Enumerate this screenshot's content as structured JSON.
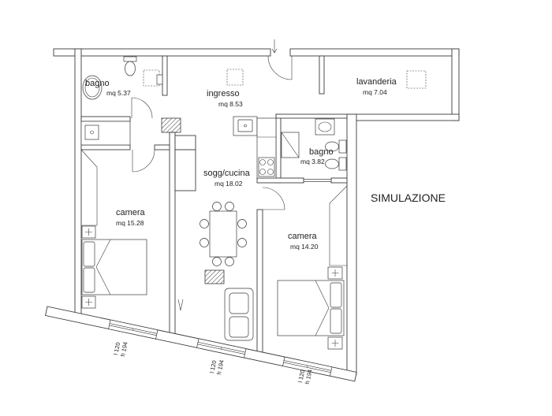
{
  "plan": {
    "rooms": {
      "bagno_1": {
        "name": "bagno",
        "area": "mq 5.37"
      },
      "ingresso": {
        "name": "ingresso",
        "area": "mq 8.53"
      },
      "lavanderia": {
        "name": "lavanderia",
        "area": "mq 7.04"
      },
      "bagno_2": {
        "name": "bagno",
        "area": "mq 3.82"
      },
      "soggiorno": {
        "name": "sogg/cucina",
        "area": "mq 18.02"
      },
      "camera_1": {
        "name": "camera",
        "area": "mq 15.28"
      },
      "camera_2": {
        "name": "camera",
        "area": "mq 14.20"
      }
    },
    "watermark": "SIMULAZIONE",
    "windows": [
      {
        "width": "l 120",
        "height": "h 194"
      },
      {
        "width": "l 120",
        "height": "h 194"
      },
      {
        "width": "l 120",
        "height": "h 194"
      }
    ]
  },
  "icons": {
    "entrance": "down-arrow-icon"
  },
  "colors": {
    "line": "#3a3a3a",
    "text": "#222222",
    "background": "#ffffff"
  }
}
